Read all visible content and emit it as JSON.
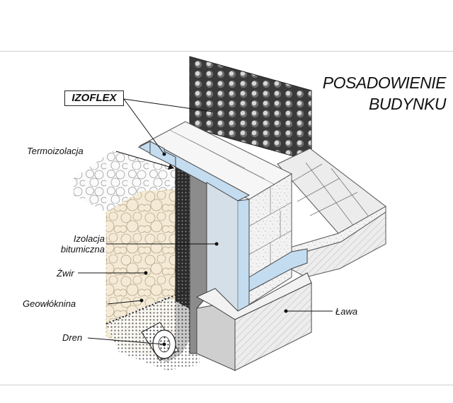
{
  "title": {
    "line1": "POSADOWIENIE",
    "line2": "BUDYNKU"
  },
  "badge": "IZOFLEX",
  "labels": {
    "termoizolacja": "Termoizolacja",
    "izolacja_line1": "Izolacja",
    "izolacja_line2": "bitumiczna",
    "zwir": "Żwir",
    "geowloknina": "Geowłóknina",
    "dren": "Dren",
    "lawa": "Ława"
  },
  "colors": {
    "insulation": "#c4dcf0",
    "gravel": "#f4ead6",
    "wall": "#f4f4f4",
    "bitumen": "#8c8c8c",
    "membrane": "#2a2a2a",
    "floor": "#ececec"
  }
}
